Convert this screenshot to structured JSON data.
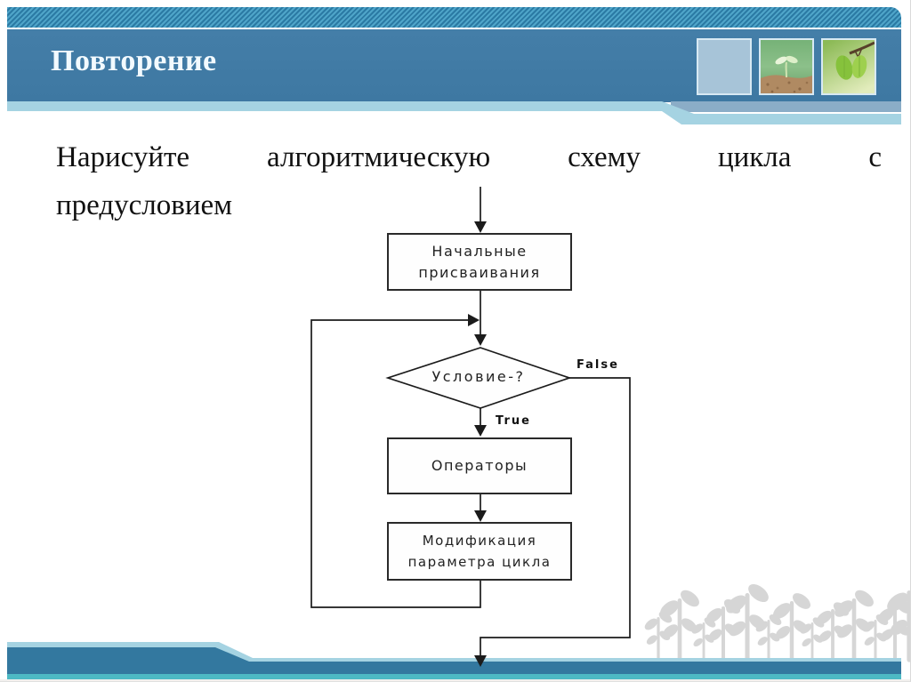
{
  "header": {
    "title": "Повторение",
    "thumbnails": [
      {
        "name": "plain-blue-square"
      },
      {
        "name": "seedling-photo"
      },
      {
        "name": "green-leaves-photo"
      }
    ]
  },
  "task": {
    "line1": "Нарисуйте алгоритмическую схему цикла с",
    "line2": "предусловием"
  },
  "flowchart": {
    "type": "flowchart",
    "description": "loop-with-precondition scheme",
    "nodes": {
      "init": {
        "line1": "Начальные",
        "line2": "присваивания"
      },
      "condition": {
        "label": "Условие-?"
      },
      "operators": {
        "label": "Операторы"
      },
      "modify": {
        "line1": "Модификация",
        "line2": "параметра цикла"
      }
    },
    "branch_labels": {
      "false": "False",
      "true": "True"
    },
    "edges": [
      "start -> init",
      "init -> condition",
      "condition -true-> operators",
      "operators -> modify",
      "modify -> back to condition (left loop)",
      "condition -false-> exit (right bypass, down)"
    ]
  },
  "colors": {
    "band_blue": "#3e78a2",
    "hatch_light": "#4fa5c9",
    "hatch_dark": "#2b7aa4",
    "stripe_light_blue": "#a5d3e2",
    "stripe_medium_blue": "#8badc7",
    "footer_blue": "#33789f",
    "footer_teal": "#4db9c4",
    "footer_gray": "#f2f0ee",
    "flow_line": "#1b1b1b",
    "plants_gray": "#d6d6d6"
  }
}
